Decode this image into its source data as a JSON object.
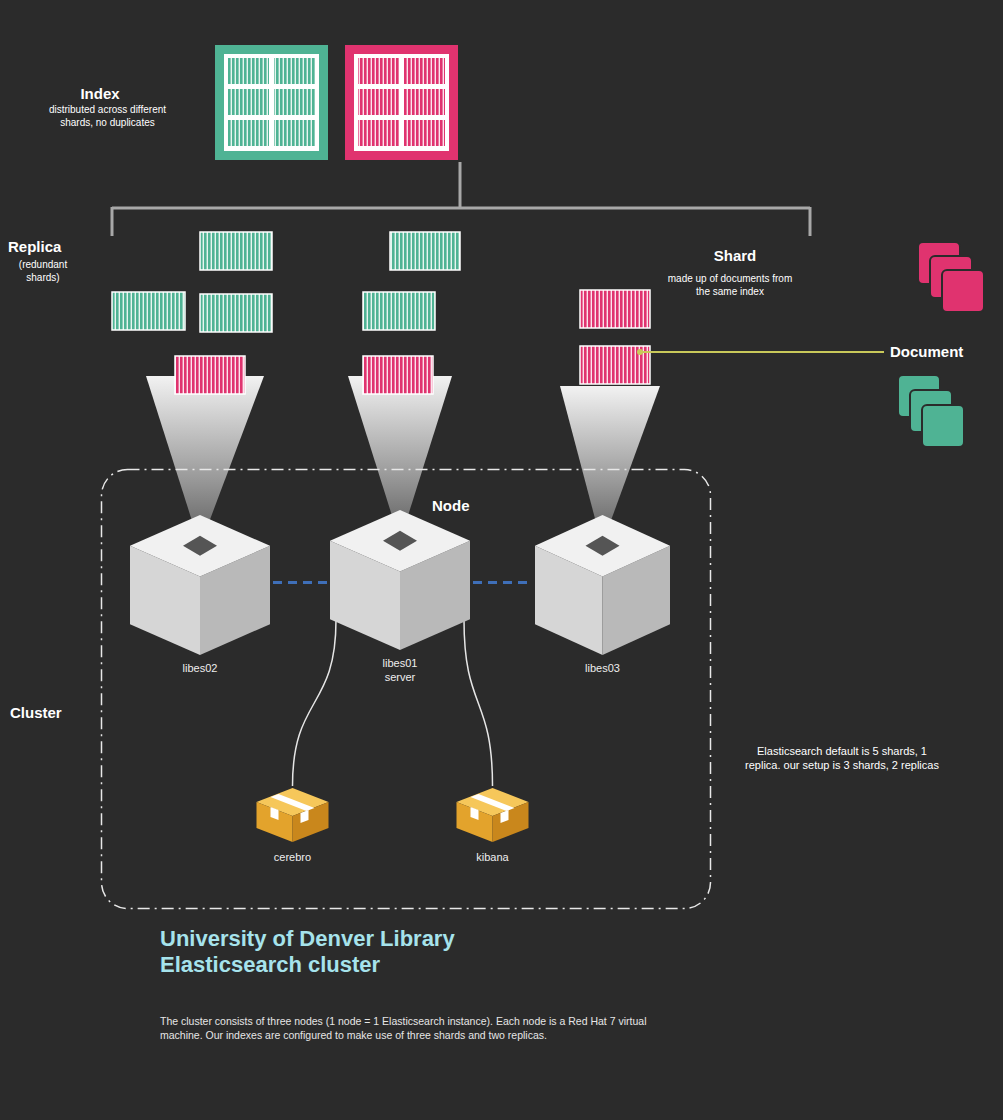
{
  "diagram": {
    "title": "University of Denver Library Elasticsearch cluster",
    "caption": "The cluster consists of three nodes (1 node = 1 Elasticsearch instance). Each node is a Red Hat 7 virtual machine. Our indexes are configured to make use of three shards and two replicas.",
    "nodes": [
      {
        "text": [
          "Cluster"
        ]
      },
      {
        "text": [
          "libes02"
        ],
        "in": 0
      },
      {
        "text": [
          "libes01 server"
        ],
        "in": 0
      },
      {
        "text": [
          "libes03"
        ],
        "in": 0
      },
      {
        "text": [
          "cerebro"
        ],
        "in": 0
      },
      {
        "text": [
          "kibana"
        ],
        "in": 0
      }
    ],
    "edges": [
      {
        "from": 1,
        "to": 2,
        "arrow": "none"
      },
      {
        "from": 2,
        "to": 3,
        "arrow": "none"
      },
      {
        "from": 2,
        "to": 4,
        "arrow": "none"
      },
      {
        "from": 2,
        "to": 5,
        "arrow": "none"
      }
    ],
    "labels": [
      "Index",
      "distributed across different shards, no duplicates",
      "Replica",
      "(redundant shards)",
      "Shard",
      "made up of documents from the same index",
      "Document",
      "Node",
      "Elasticsearch default is 5 shards, 1 replica. our setup is 3 shards, 2 replicas"
    ]
  }
}
